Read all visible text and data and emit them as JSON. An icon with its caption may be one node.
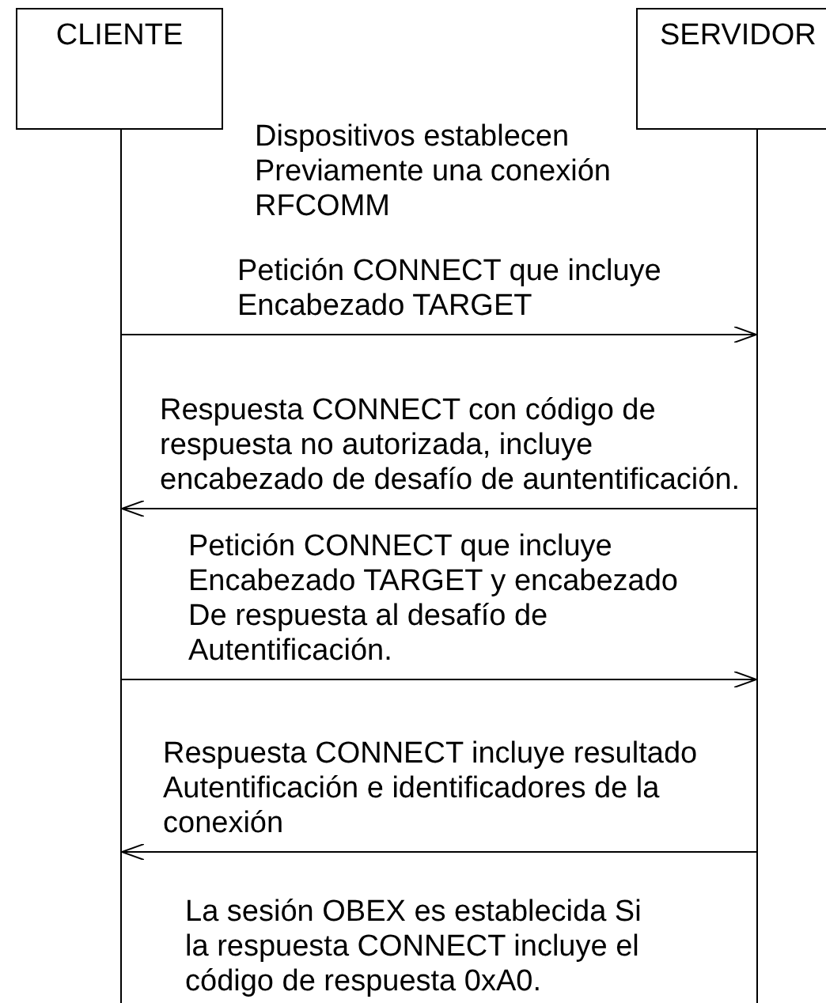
{
  "diagram": {
    "nodes": [
      {
        "text": [
          "CLIENTE"
        ]
      },
      {
        "text": [
          "SERVIDOR"
        ]
      },
      {
        "text": [],
        "shape": "line"
      },
      {
        "text": [],
        "shape": "line"
      }
    ],
    "edges": [
      {
        "from": 2,
        "to": 3,
        "arrow": "to",
        "label": "Petición CONNECT que incluye Encabezado TARGET"
      },
      {
        "from": 3,
        "to": 2,
        "arrow": "to",
        "label": "Respuesta CONNECT con código de respuesta no autorizada, incluye encabezado de desafío de auntentificación."
      },
      {
        "from": 2,
        "to": 3,
        "arrow": "to",
        "label": "Petición CONNECT que incluye Encabezado TARGET y encabezado De respuesta al desafío de Autentificación."
      },
      {
        "from": 3,
        "to": 2,
        "arrow": "to",
        "label": "Respuesta CONNECT incluye resultado Autentificación e identificadores de la conexión"
      }
    ],
    "labels": [
      "Dispositivos establecen Previamente una conexión RFCOMM",
      "La sesión OBEX es establecida Si la respuesta CONNECT incluye el código de respuesta 0xA0."
    ]
  }
}
